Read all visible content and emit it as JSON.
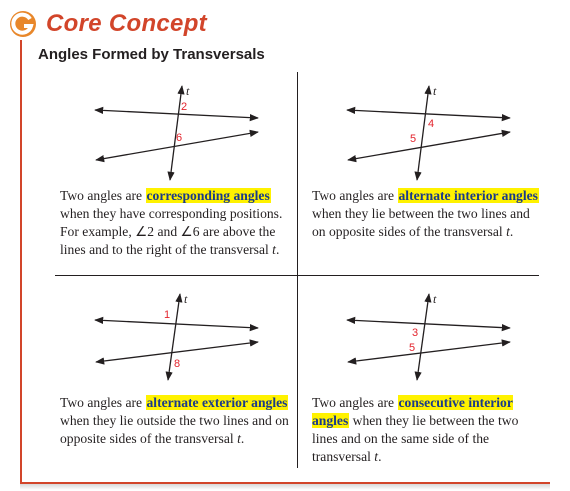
{
  "header": {
    "title": "Core Concept",
    "subtitle": "Angles Formed by Transversals"
  },
  "colors": {
    "accent": "#d2452a",
    "highlight": "#fff200",
    "term": "#1a3a8a",
    "angle_label": "#e3232c"
  },
  "transversal_label": "t",
  "panels": [
    {
      "angle_labels": [
        "2",
        "6"
      ],
      "text_before": "Two angles are ",
      "term": "corresponding angles",
      "text_after": " when they have corresponding positions. For example, ∠2 and ∠6 are above the lines and to the right of the transversal ",
      "t": "t",
      "end": "."
    },
    {
      "angle_labels": [
        "4",
        "5"
      ],
      "text_before": "Two angles are ",
      "term": "alternate interior angles",
      "text_after": " when they lie between the two lines and on opposite sides of the transversal ",
      "t": "t",
      "end": "."
    },
    {
      "angle_labels": [
        "1",
        "8"
      ],
      "text_before": "Two angles are ",
      "term": "alternate exterior angles",
      "text_after": " when they lie outside the two lines and on opposite sides of the transversal ",
      "t": "t",
      "end": "."
    },
    {
      "angle_labels": [
        "3",
        "5"
      ],
      "text_before": "Two angles are ",
      "term": "consecutive interior angles",
      "text_after": " when they lie between the two lines and on the same side of the transversal ",
      "t": "t",
      "end": "."
    }
  ]
}
